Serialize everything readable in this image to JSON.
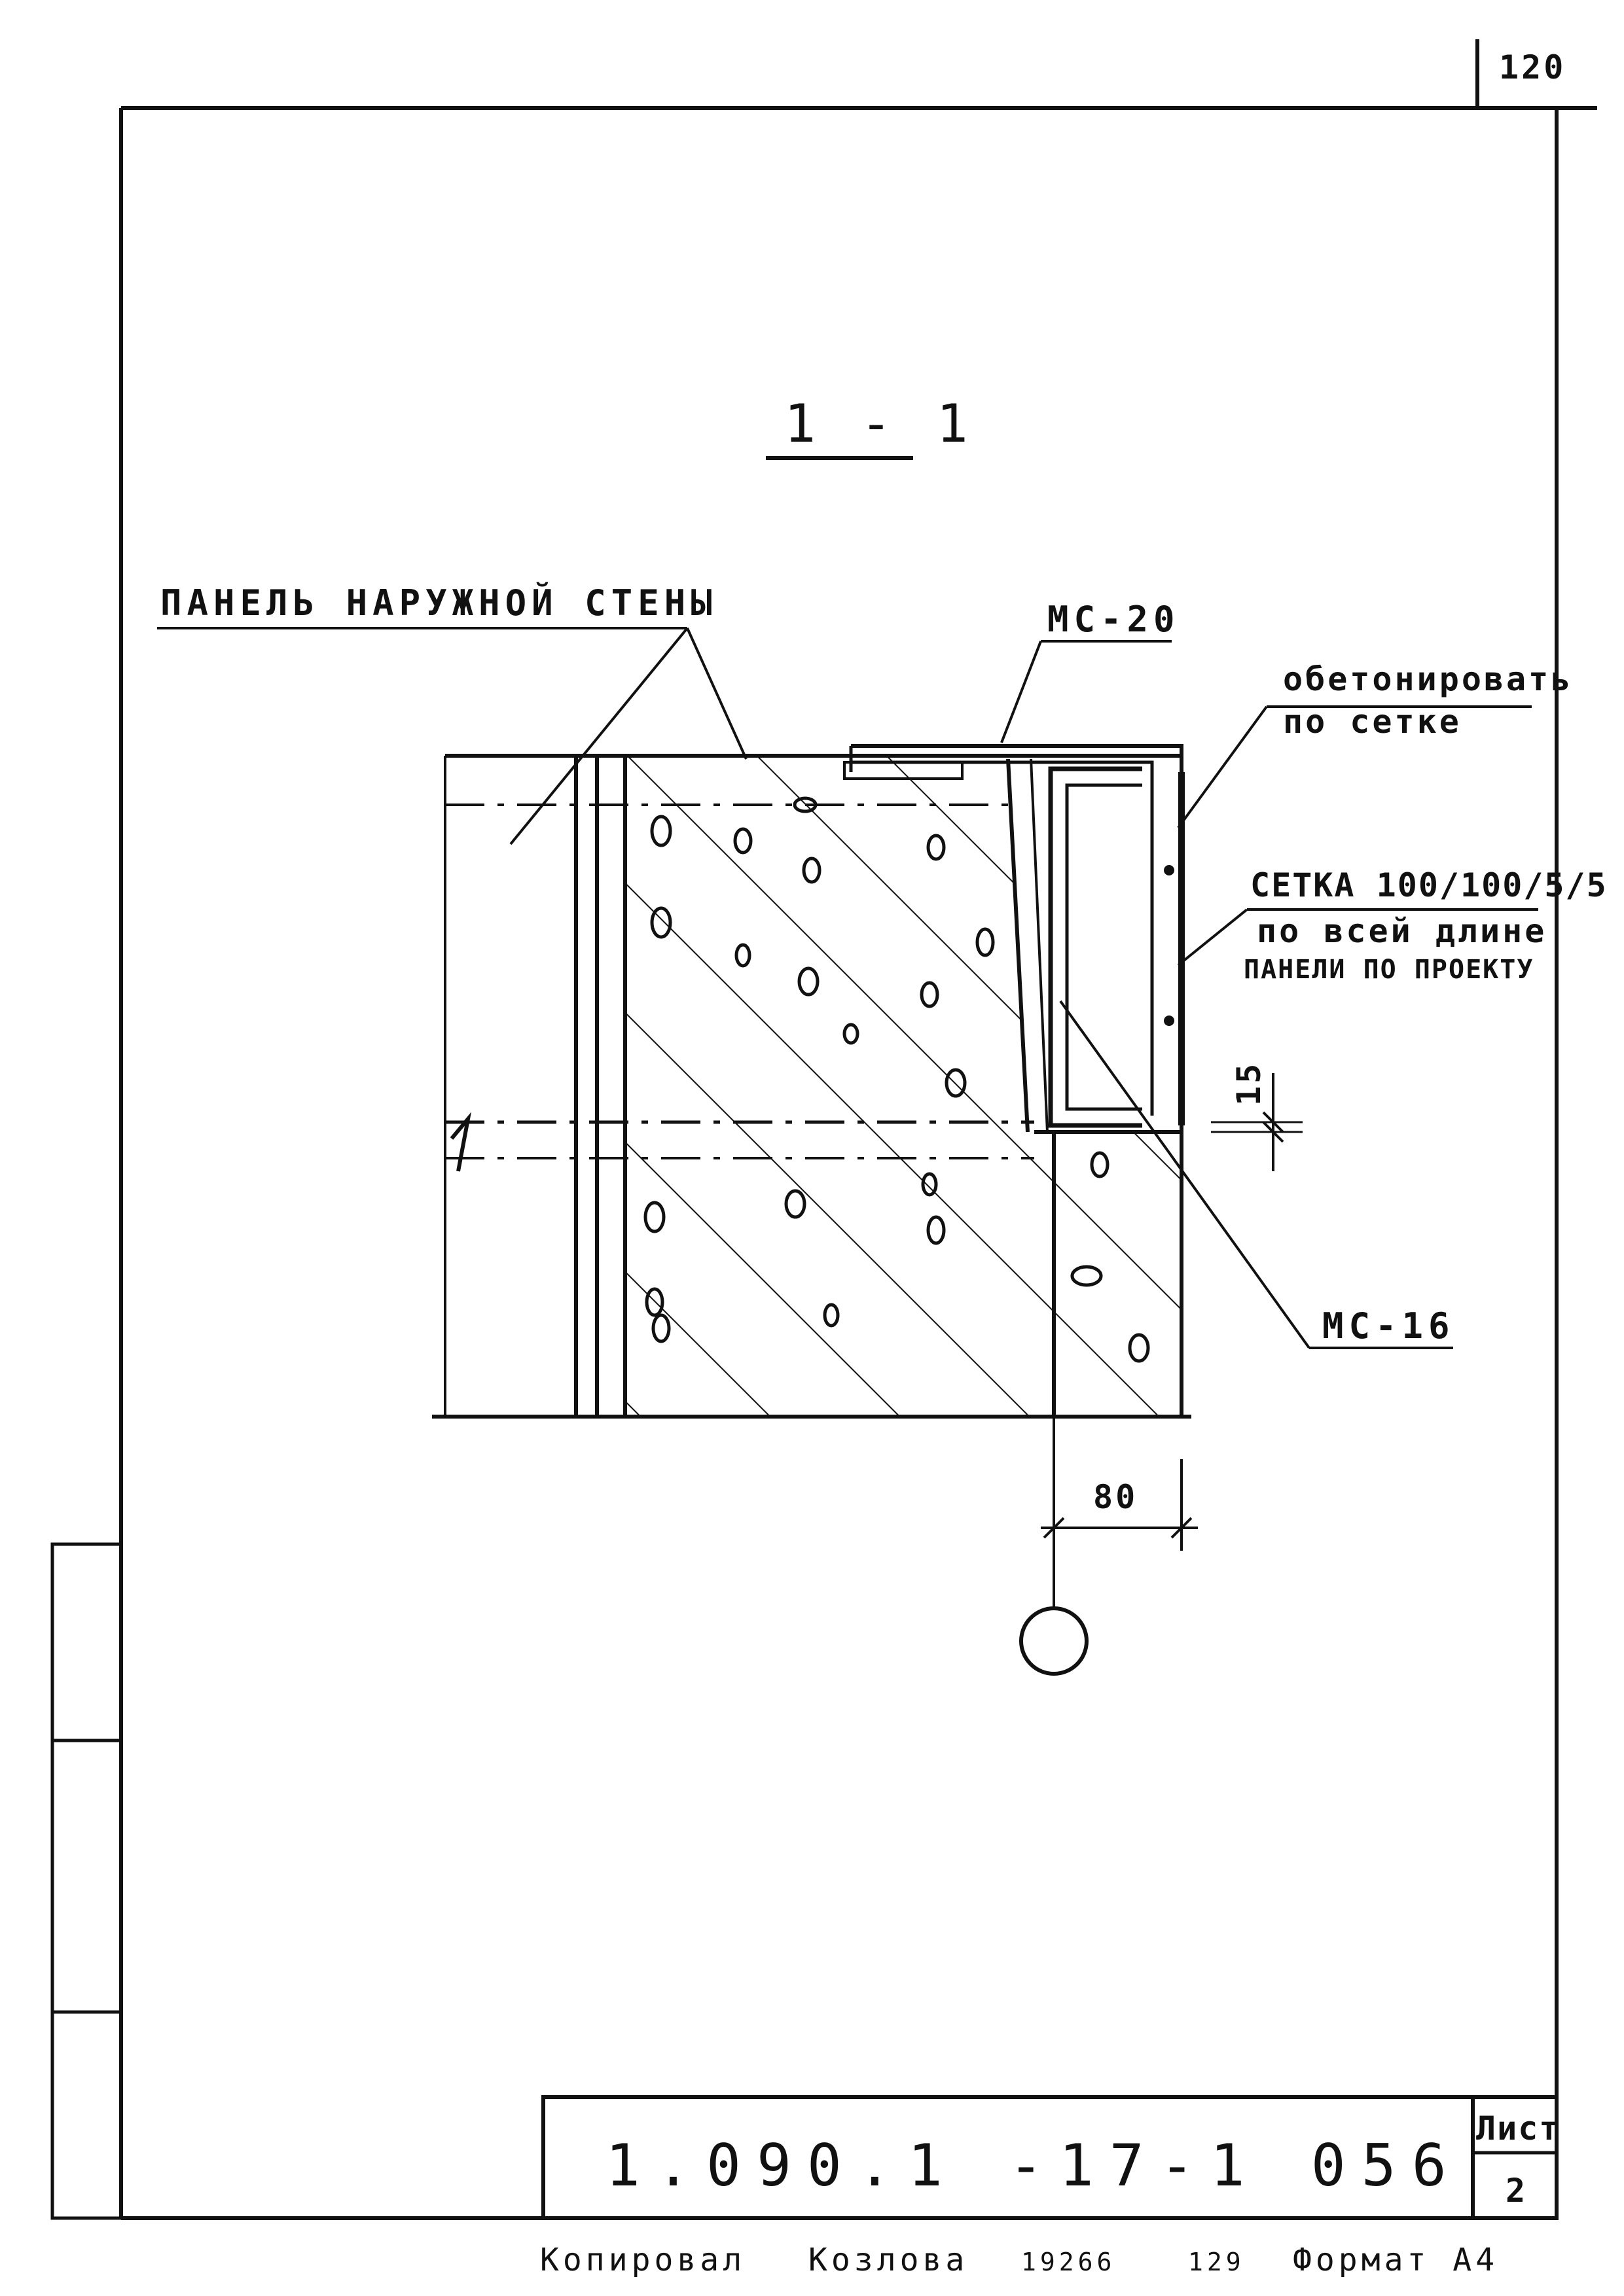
{
  "sheet": {
    "corner_page_number": "120",
    "section_mark": "1 - 1",
    "callouts": {
      "panel_label": "ПАНЕЛЬ НАРУЖНОЙ СТЕНЫ",
      "mc20": "МС-20",
      "concrete_line1": "обетонировать",
      "concrete_line2": "по сетке",
      "mesh_line1": "СЕТКА 100/100/5/5",
      "mesh_line2": "по всей длине",
      "mesh_line3": "ПАНЕЛИ ПО ПРОЕКТУ",
      "mc16": "МС-16"
    },
    "dimensions": {
      "gap": "15",
      "width": "80"
    }
  },
  "title_block": {
    "document_code": "1.090.1 -17-1 056",
    "sheet_label": "Лист",
    "sheet_number": "2"
  },
  "footer": {
    "copied": "Копировал",
    "author": "Козлова",
    "order": "19266",
    "copies": "129",
    "format": "Формат А4"
  }
}
